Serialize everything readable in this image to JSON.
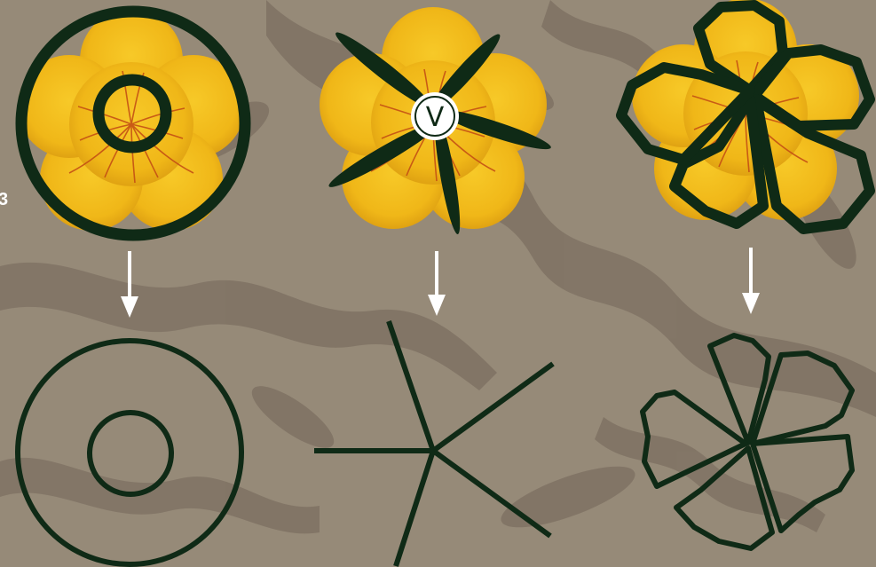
{
  "side_label": "3",
  "center_badge": "V",
  "colors": {
    "background": "#968a78",
    "background_blotch": "#7c6f61",
    "outline": "#0f2a16",
    "arrow": "#ffffff",
    "petal": "#f2bf1c",
    "petal_shadow": "#d79a10",
    "vein": "#c24a14"
  },
  "panels": [
    {
      "id": "concentric",
      "name": "concentric-circles",
      "icon": "concentric-circles-icon"
    },
    {
      "id": "radial",
      "name": "radial-star",
      "icon": "five-line-star-icon"
    },
    {
      "id": "petal",
      "name": "petal-outline",
      "icon": "five-petal-outline-icon"
    }
  ]
}
